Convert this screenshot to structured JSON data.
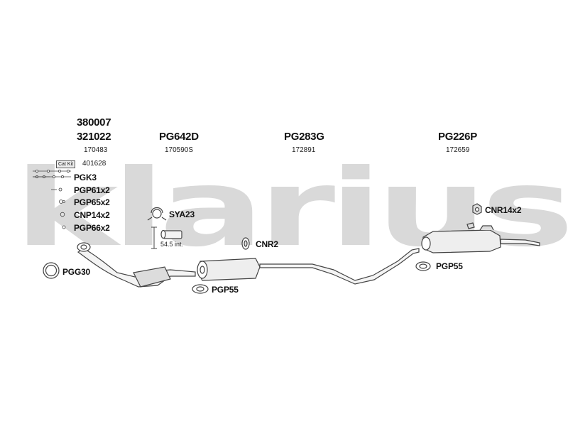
{
  "watermark": {
    "text": "klarius",
    "color": "#d8d8d8"
  },
  "catalyst": {
    "code1": "380007",
    "code2": "321022",
    "ref": "170483"
  },
  "front_pipe": {
    "code": "PG642D",
    "ref": "170590S"
  },
  "middle_pipe": {
    "code": "PG283G",
    "ref": "172891"
  },
  "rear_box": {
    "code": "PG226P",
    "ref": "172659"
  },
  "cat_kit": {
    "label": "Cat Kit",
    "ref": "401628"
  },
  "fittings_list": [
    {
      "code": "PGK3",
      "icon": "bolt-set-icon"
    },
    {
      "code": "PGP61x2",
      "icon": "gasket-icon"
    },
    {
      "code": "PGP65x2",
      "icon": "gasket-icon"
    },
    {
      "code": "CNP14x2",
      "icon": "nut-icon"
    },
    {
      "code": "PGP66x2",
      "icon": "washer-icon"
    }
  ],
  "fittings": {
    "sya23": "SYA23",
    "length": "54.5 int.",
    "cnr2": "CNR2",
    "pgg30": "PGG30",
    "pgp55_front": "PGP55",
    "pgp55_rear": "PGP55",
    "cnr14x2": "CNR14x2"
  },
  "colors": {
    "line": "#444444",
    "part_fill": "#f2f2f2",
    "shade": "#bdbdbd"
  }
}
